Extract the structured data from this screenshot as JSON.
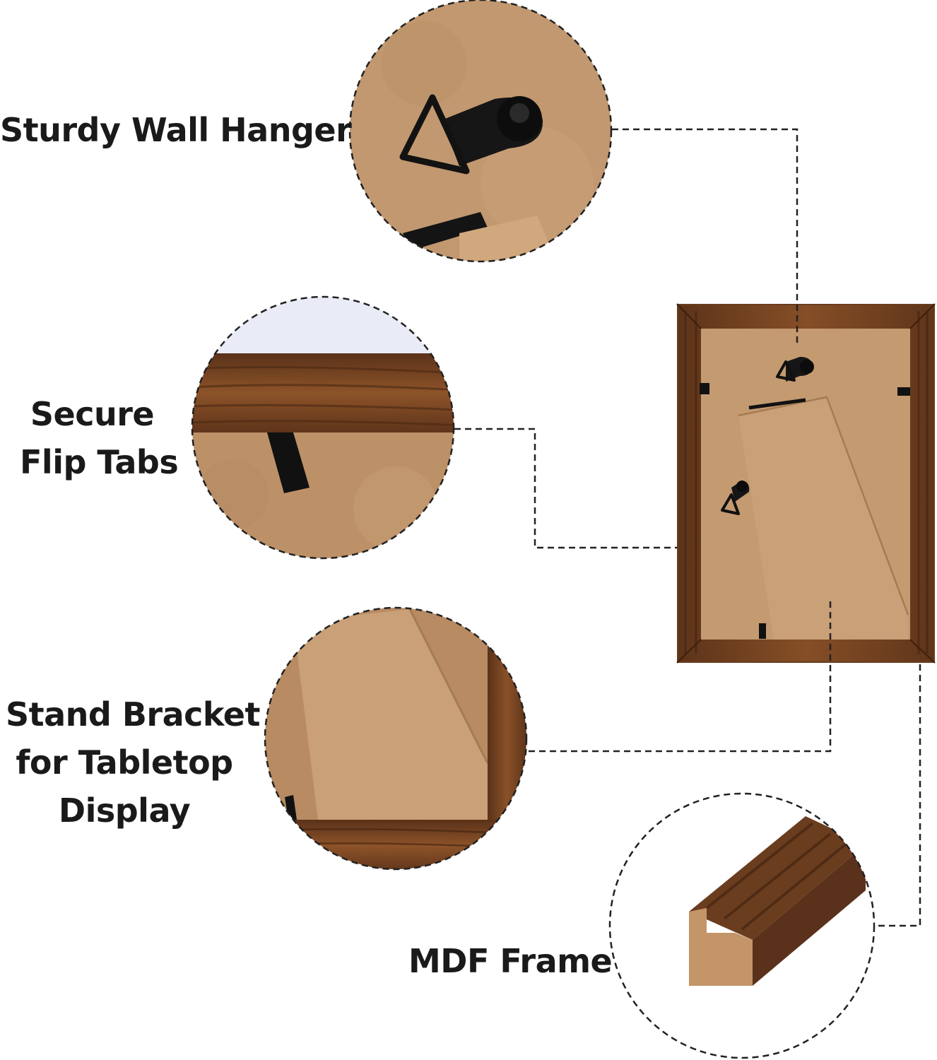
{
  "labels": {
    "wall_hanger": "Sturdy Wall Hanger",
    "flip_tabs": [
      "Secure",
      "Flip Tabs"
    ],
    "stand_bracket": [
      "Stand Bracket",
      "for Tabletop",
      "Display"
    ],
    "mdf_frame": "MDF Frame"
  },
  "colors": {
    "background": "#ffffff",
    "text": "#1a1a1a",
    "kraft_backing": "#c49a70",
    "kraft_dark": "#a97c53",
    "frame_wood": "#6a3c1d",
    "frame_wood_light": "#8a5128",
    "hardware": "#141414",
    "dashed_line": "#222222"
  }
}
